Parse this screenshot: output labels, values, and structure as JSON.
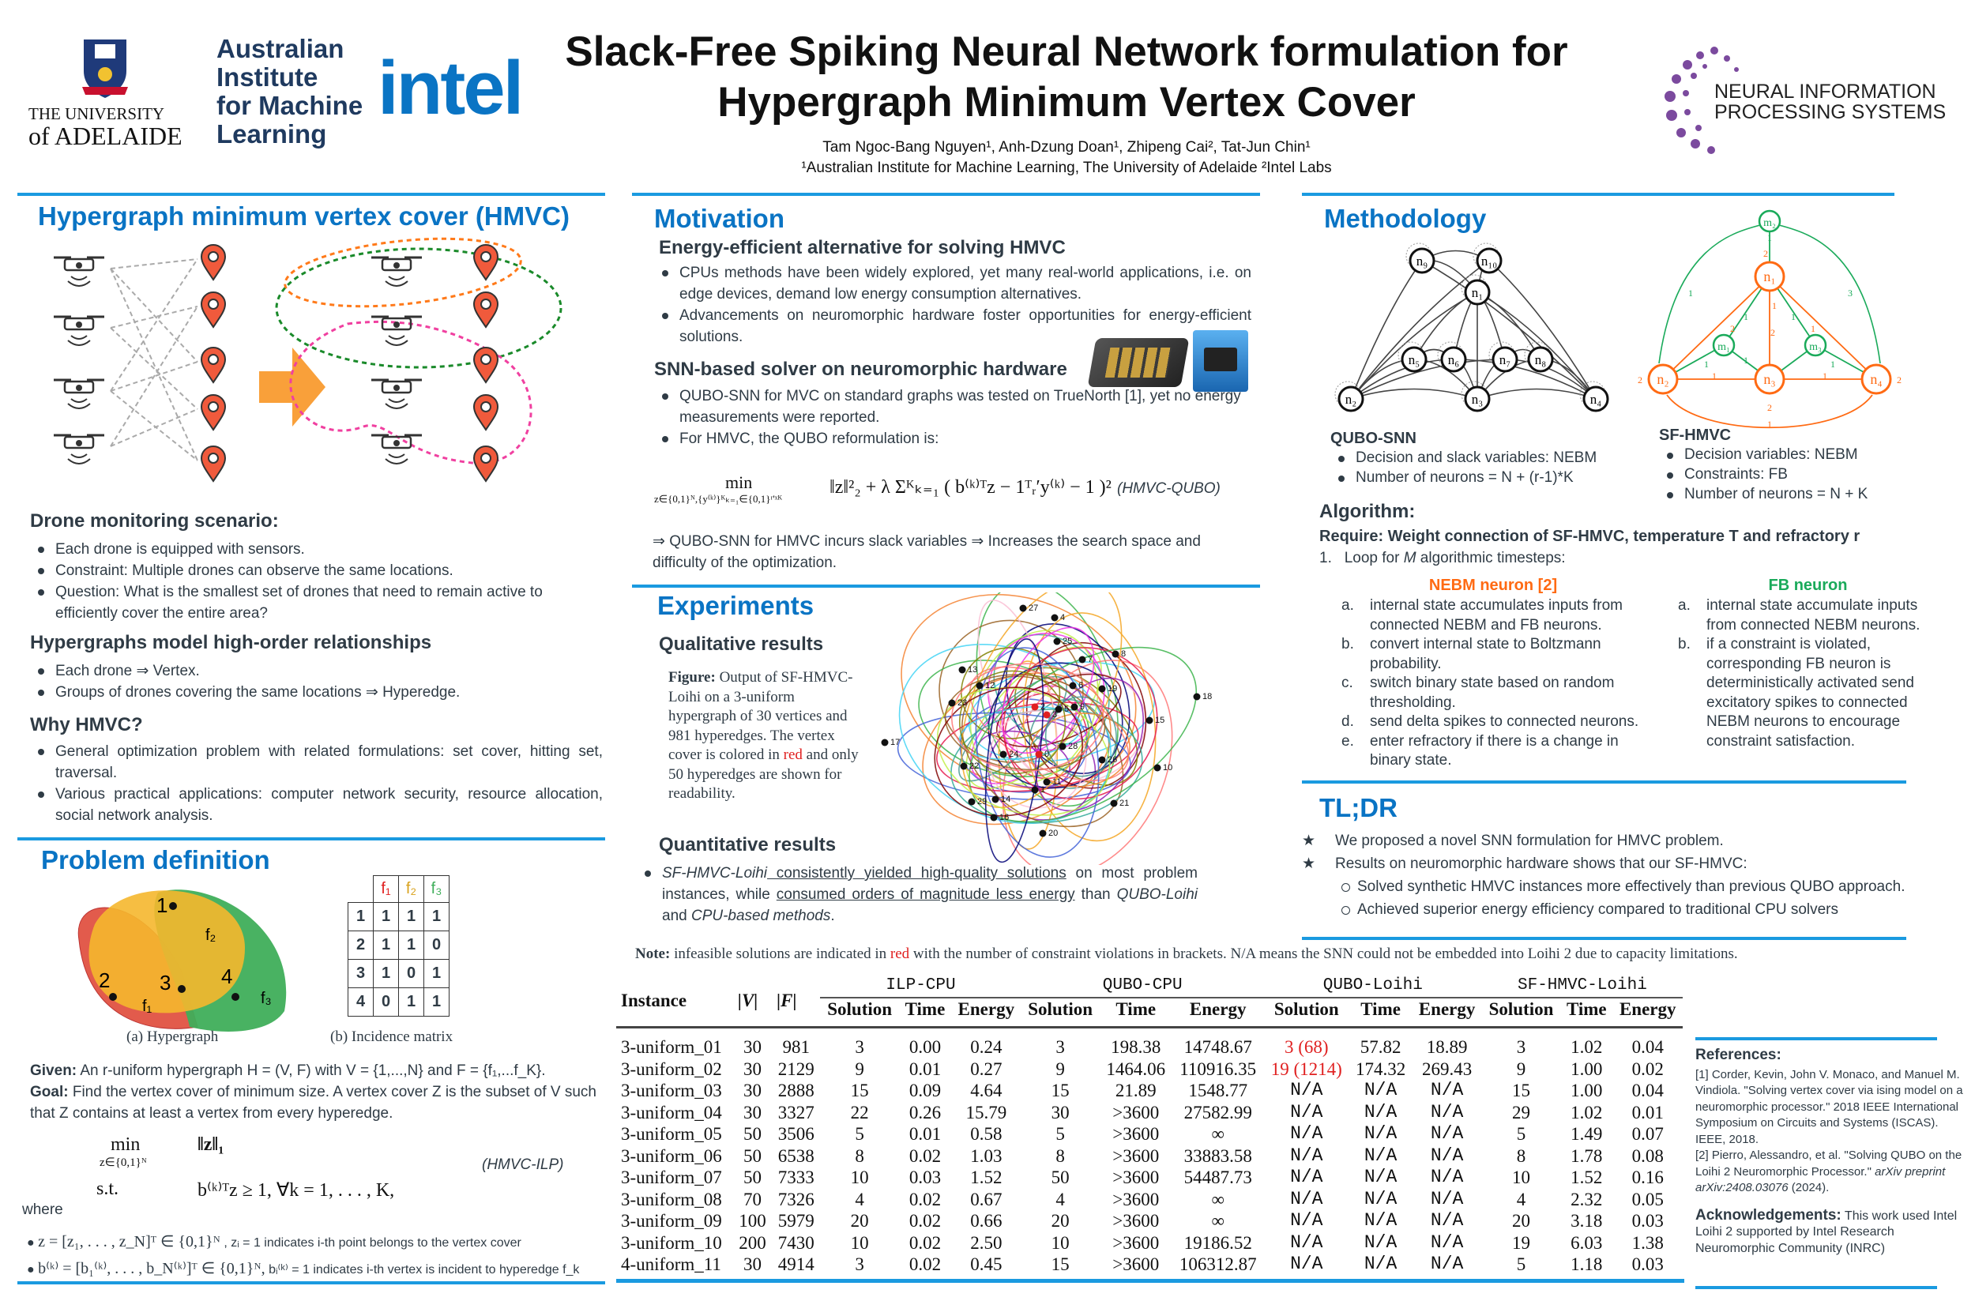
{
  "header": {
    "title_line1": "Slack-Free Spiking Neural Network formulation for",
    "title_line2": "Hypergraph Minimum Vertex Cover",
    "authors": "Tam Ngoc-Bang Nguyen¹, Anh-Dzung Doan¹, Zhipeng Cai², Tat-Jun Chin¹",
    "affiliations": "¹Australian Institute for Machine Learning, The University of Adelaide   ²Intel Labs",
    "logo_adelaide_line1": "THE UNIVERSITY",
    "logo_adelaide_line2": "of ADELAIDE",
    "logo_aiml": [
      "Australian",
      "Institute",
      "for Machine",
      "Learning"
    ],
    "logo_intel": "intel",
    "logo_neurips_line1": "NEURAL INFORMATION",
    "logo_neurips_line2": "PROCESSING SYSTEMS"
  },
  "hmvc": {
    "title": "Hypergraph minimum vertex cover (HMVC)",
    "drone_heading": "Drone monitoring scenario:",
    "drone_bullets": [
      "Each drone is equipped with sensors.",
      "Constraint: Multiple drones can observe the same locations.",
      "Question: What is the smallest set of drones that need to remain active to efficiently cover the entire area?"
    ],
    "hyper_heading": "Hypergraphs model high-order relationships",
    "hyper_bullets": [
      "Each drone ⇒ Vertex.",
      "Groups of drones covering the same locations ⇒ Hyperedge."
    ],
    "why_heading": "Why HMVC?",
    "why_bullets": [
      "General optimization problem with related formulations: set cover, hitting set, traversal.",
      "Various practical applications: computer network security, resource allocation, social network analysis."
    ]
  },
  "problem": {
    "title": "Problem definition",
    "venn_labels": [
      "1",
      "2",
      "3",
      "4"
    ],
    "edge_labels": [
      "f₁",
      "f₂",
      "f₃"
    ],
    "caption_a": "(a) Hypergraph",
    "caption_b": "(b) Incidence matrix",
    "matrix_header": [
      "f₁",
      "f₂",
      "f₃"
    ],
    "matrix_rows": [
      [
        "1",
        "1",
        "1",
        "1"
      ],
      [
        "2",
        "1",
        "1",
        "0"
      ],
      [
        "3",
        "1",
        "0",
        "1"
      ],
      [
        "4",
        "0",
        "1",
        "1"
      ]
    ],
    "given_label": "Given:",
    "given_text": " An r-uniform hypergraph H = (V, F) with V = {1,...,N} and F = {f₁,...f_K}.",
    "goal_label": "Goal:",
    "goal_text": " Find the vertex cover of minimum size. A vertex cover Z is the subset of V such that Z contains at least a vertex from every hyperedge.",
    "ilp_min": "min",
    "ilp_min_sub": "z∈{0,1}ᴺ",
    "ilp_obj": "‖z‖₁",
    "ilp_st": "s.t.",
    "ilp_constraint": "b⁽ᵏ⁾ᵀz ≥ 1,   ∀k = 1, . . . , K,",
    "ilp_tag": "(HMVC-ILP)",
    "where": "where",
    "def_z": "z = [z₁, . . . , z_N]ᵀ ∈ {0,1}ᴺ",
    "def_z_note": " , zᵢ = 1 indicates i-th point belongs to the vertex cover",
    "def_b": "b⁽ᵏ⁾ = [b₁⁽ᵏ⁾, . . . , b_N⁽ᵏ⁾]ᵀ ∈ {0,1}ᴺ,",
    "def_b_note": " bᵢ⁽ᵏ⁾ = 1 indicates i-th vertex is incident to hyperedge f_k"
  },
  "motivation": {
    "title": "Motivation",
    "sub1": "Energy-efficient alternative for solving HMVC",
    "bullets1": [
      "CPUs methods have been widely explored, yet many real-world applications, i.e. on edge devices, demand low energy consumption alternatives.",
      "Advancements on neuromorphic hardware foster opportunities for energy-efficient solutions."
    ],
    "sub2": "SNN-based solver on neuromorphic hardware",
    "bullets2": [
      "QUBO-SNN for MVC on standard graphs was tested on TrueNorth [1], yet no energy measurements were reported.",
      "For HMVC, the QUBO reformulation is:"
    ],
    "qubo_min": "min",
    "qubo_sub": "z∈{0,1}ᴺ,{y⁽ᵏ⁾}ᴷₖ₌₁∈{0,1}ʳ'ˣᴷ",
    "qubo_body": "‖z‖²₂ + λ Σᴷₖ₌₁ ( b⁽ᵏ⁾ᵀz − 1ᵀᵣ′y⁽ᵏ⁾ − 1 )²",
    "qubo_tag": "(HMVC-QUBO)",
    "conclusion": "⇒ QUBO-SNN for HMVC incurs slack variables ⇒ Increases the search space and difficulty of the optimization."
  },
  "experiments": {
    "title": "Experiments",
    "qual": "Qualitative results",
    "fig_label": "Figure:",
    "fig_text1": " Output of SF-HMVC-Loihi on a 3-uniform hypergraph of 30 vertices and 981 hyperedges. The vertex cover is colored in ",
    "fig_red": "red",
    "fig_text2": " and only 50 hyperedges are shown for readability.",
    "node_labels": [
      "27",
      "4",
      "7",
      "8",
      "13",
      "12",
      "18",
      "23",
      "2",
      "3",
      "17",
      "15",
      "24",
      "0",
      "26",
      "10",
      "22",
      "11",
      "1",
      "29",
      "14",
      "21",
      "16",
      "20",
      "9",
      "28",
      "5",
      "6",
      "19",
      "25"
    ],
    "quant": "Quantitative results",
    "quant_bullet_a": "SF-HMVC-Loihi",
    "quant_bullet_b": " consistently yielded high-quality solutions",
    "quant_bullet_c": " on most problem instances, while ",
    "quant_bullet_d": "consumed orders of magnitude less energy",
    "quant_bullet_e": " than ",
    "quant_bullet_f": "QUBO-Loihi",
    "quant_bullet_g": " and ",
    "quant_bullet_h": "CPU-based methods",
    "quant_bullet_i": ".",
    "note_label": "Note:",
    "note_a": " infeasible solutions are indicated in ",
    "note_red": "red",
    "note_b": " with the number of constraint violations in brackets. N/A means the SNN could not be embedded into Loihi 2 due to capacity limitations."
  },
  "table": {
    "headers": {
      "instance": "Instance",
      "v": "|V|",
      "f": "|F|"
    },
    "groups": [
      "ILP-CPU",
      "QUBO-CPU",
      "QUBO-Loihi",
      "SF-HMVC-Loihi"
    ],
    "subheaders": [
      "Solution",
      "Time",
      "Energy"
    ],
    "rows": [
      [
        "3-uniform_01",
        "30",
        "981",
        "3",
        "0.00",
        "0.24",
        "3",
        "198.38",
        "14748.67",
        "3 (68)",
        "57.82",
        "18.89",
        "3",
        "1.02",
        "0.04"
      ],
      [
        "3-uniform_02",
        "30",
        "2129",
        "9",
        "0.01",
        "0.27",
        "9",
        "1464.06",
        "110916.35",
        "19 (1214)",
        "174.32",
        "269.43",
        "9",
        "1.00",
        "0.02"
      ],
      [
        "3-uniform_03",
        "30",
        "2888",
        "15",
        "0.09",
        "4.64",
        "15",
        "21.89",
        "1548.77",
        "N/A",
        "N/A",
        "N/A",
        "15",
        "1.00",
        "0.04"
      ],
      [
        "3-uniform_04",
        "30",
        "3327",
        "22",
        "0.26",
        "15.79",
        "30",
        ">3600",
        "27582.99",
        "N/A",
        "N/A",
        "N/A",
        "29",
        "1.02",
        "0.01"
      ],
      [
        "3-uniform_05",
        "50",
        "3506",
        "5",
        "0.01",
        "0.58",
        "5",
        ">3600",
        "∞",
        "N/A",
        "N/A",
        "N/A",
        "5",
        "1.49",
        "0.07"
      ],
      [
        "3-uniform_06",
        "50",
        "6538",
        "8",
        "0.02",
        "1.03",
        "8",
        ">3600",
        "33883.58",
        "N/A",
        "N/A",
        "N/A",
        "8",
        "1.78",
        "0.08"
      ],
      [
        "3-uniform_07",
        "50",
        "7333",
        "10",
        "0.03",
        "1.52",
        "50",
        ">3600",
        "54487.73",
        "N/A",
        "N/A",
        "N/A",
        "10",
        "1.52",
        "0.16"
      ],
      [
        "3-uniform_08",
        "70",
        "7326",
        "4",
        "0.02",
        "0.67",
        "4",
        ">3600",
        "∞",
        "N/A",
        "N/A",
        "N/A",
        "4",
        "2.32",
        "0.05"
      ],
      [
        "3-uniform_09",
        "100",
        "5979",
        "20",
        "0.02",
        "0.66",
        "20",
        ">3600",
        "∞",
        "N/A",
        "N/A",
        "N/A",
        "20",
        "3.18",
        "0.03"
      ],
      [
        "3-uniform_10",
        "200",
        "7430",
        "10",
        "0.02",
        "2.50",
        "10",
        ">3600",
        "19186.52",
        "N/A",
        "N/A",
        "N/A",
        "19",
        "6.03",
        "1.38"
      ],
      [
        "4-uniform_11",
        "30",
        "4914",
        "3",
        "0.02",
        "0.45",
        "15",
        ">3600",
        "106312.87",
        "N/A",
        "N/A",
        "N/A",
        "5",
        "1.18",
        "0.03"
      ]
    ],
    "infeasible_cells": [
      [
        0,
        9
      ],
      [
        1,
        9
      ]
    ]
  },
  "methodology": {
    "title": "Methodology",
    "qubo_nodes": [
      "n₁",
      "n₂",
      "n₃",
      "n₄",
      "n₅",
      "n₆",
      "n₇",
      "n₈",
      "n₉",
      "n₁₀"
    ],
    "sf_nodes": [
      "n₁",
      "n₂",
      "n₃",
      "n₄",
      "m₁",
      "m₂",
      "m₃"
    ],
    "sf_weights": [
      "1",
      "1",
      "1",
      "3",
      "2",
      "2",
      "2",
      "1",
      "1",
      "1",
      "1",
      "1",
      "1",
      "1",
      "1",
      "2",
      "2",
      "2",
      "1"
    ],
    "qubo_label": "QUBO-SNN",
    "qubo_bullets": [
      "Decision and slack variables: NEBM",
      "Number of neurons = N + (r-1)*K"
    ],
    "sf_label": "SF-HMVC",
    "sf_bullets": [
      "Decision variables: NEBM",
      "Constraints: FB",
      "Number of neurons = N + K"
    ],
    "algorithm": "Algorithm:",
    "require": "Require: Weight connection of SF-HMVC, temperature T and refractory r",
    "loop_num": "1.",
    "loop_a": "Loop for ",
    "loop_m": "M",
    "loop_b": " algorithmic timesteps:",
    "nebm_title": "NEBM neuron [2]",
    "nebm_items": [
      [
        "a.",
        "internal state accumulates inputs from connected NEBM and FB neurons."
      ],
      [
        "b.",
        "convert internal state to Boltzmann probability."
      ],
      [
        "c.",
        "switch binary state based on random thresholding."
      ],
      [
        "d.",
        "send delta spikes to connected neurons."
      ],
      [
        "e.",
        "enter refractory if there is a change in binary state."
      ]
    ],
    "fb_title": "FB neuron",
    "fb_items": [
      [
        "a.",
        "internal state accumulate inputs from connected NEBM neurons."
      ],
      [
        "b.",
        "if a constraint is violated, corresponding FB neuron is deterministically activated send excitatory spikes to connected NEBM neurons to encourage constraint satisfaction."
      ]
    ],
    "colors": {
      "nebm": "#ff6a13",
      "fb": "#1aaa5a"
    }
  },
  "tldr": {
    "title": "TL;DR",
    "items": [
      "We proposed a novel SNN formulation for HMVC problem.",
      "Results on neuromorphic hardware shows that our SF-HMVC:"
    ],
    "subitems": [
      "Solved synthetic HMVC instances more effectively than previous QUBO approach.",
      "Achieved superior energy efficiency compared to traditional CPU solvers"
    ]
  },
  "references": {
    "title": "References:",
    "ref1_a": "[1] Corder, Kevin, John V. Monaco, and Manuel M. Vindiola. \"Solving vertex cover via ising model on a neuromorphic processor.\" 2018 IEEE International Symposium on Circuits and Systems (ISCAS). IEEE, 2018.",
    "ref2_a": "[2] Pierro, Alessandro, et al. \"Solving QUBO on the Loihi 2 Neuromorphic Processor.\" ",
    "ref2_b": "arXiv preprint arXiv:2408.03076",
    "ref2_c": " (2024).",
    "ack_title": "Acknowledgements:",
    "ack_text": " This work used Intel Loihi 2 supported by Intel Research Neuromorphic Community (INRC)"
  },
  "colors": {
    "accent": "#1a9ae0",
    "heading": "#0a74c4",
    "text": "#2f3b45",
    "red": "#e02020"
  }
}
